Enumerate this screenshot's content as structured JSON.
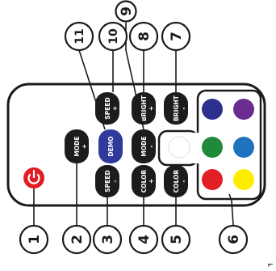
{
  "remote": {
    "power_color": "#e31b23",
    "body_color": "#ffffff",
    "outline_color": "#1a1a1a",
    "button_color": "#1c1c1c",
    "demo_color": "#303a9a",
    "buttons": {
      "speed_plus": "SPEED",
      "speed_minus": "SPEED",
      "mode_plus": "MODE",
      "demo": "DEMO",
      "mode_minus": "MODE",
      "bright_plus": "BRIGHT",
      "bright_minus": "BRIGHT",
      "color_plus": "COLOR",
      "color_minus": "COLOR",
      "plus_sign": "+",
      "minus_sign": "-"
    },
    "color_keys": [
      {
        "name": "blue",
        "hex": "#2c2f8e"
      },
      {
        "name": "purple",
        "hex": "#6a2c91"
      },
      {
        "name": "white",
        "hex": "#ffffff"
      },
      {
        "name": "green",
        "hex": "#1e8a3a"
      },
      {
        "name": "light-blue",
        "hex": "#1f72bd"
      },
      {
        "name": "red",
        "hex": "#e11f26"
      },
      {
        "name": "yellow",
        "hex": "#ffed00"
      }
    ]
  },
  "callouts": {
    "c1": "1",
    "c2": "2",
    "c3": "3",
    "c4": "4",
    "c5": "5",
    "c6": "6",
    "c7": "7",
    "c8": "8",
    "c9": "9",
    "c10": "10",
    "c11": "11"
  },
  "corner_mark": "ꟻ"
}
